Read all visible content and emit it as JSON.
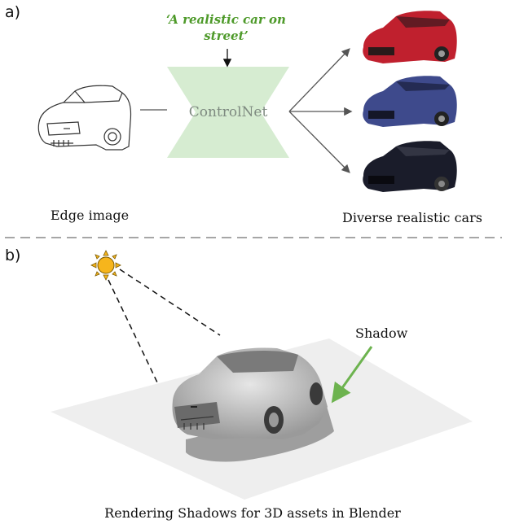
{
  "panels": {
    "a": {
      "label": "a)",
      "prompt": "‘A realistic car on street’",
      "model_name": "ControlNet",
      "input_caption": "Edge image",
      "output_caption": "Diverse realistic cars",
      "output_car_colors": [
        "#c0202e",
        "#3e4a8c",
        "#1a1c2a"
      ]
    },
    "b": {
      "label": "b)",
      "shadow_label": "Shadow",
      "caption": "Rendering Shadows for 3D assets in Blender"
    }
  },
  "colors": {
    "controlnet_fill": "#d6ecd1",
    "prompt_text": "#4e9a2a",
    "shadow_arrow": "#6db34f",
    "sun": "#f6b51c"
  }
}
